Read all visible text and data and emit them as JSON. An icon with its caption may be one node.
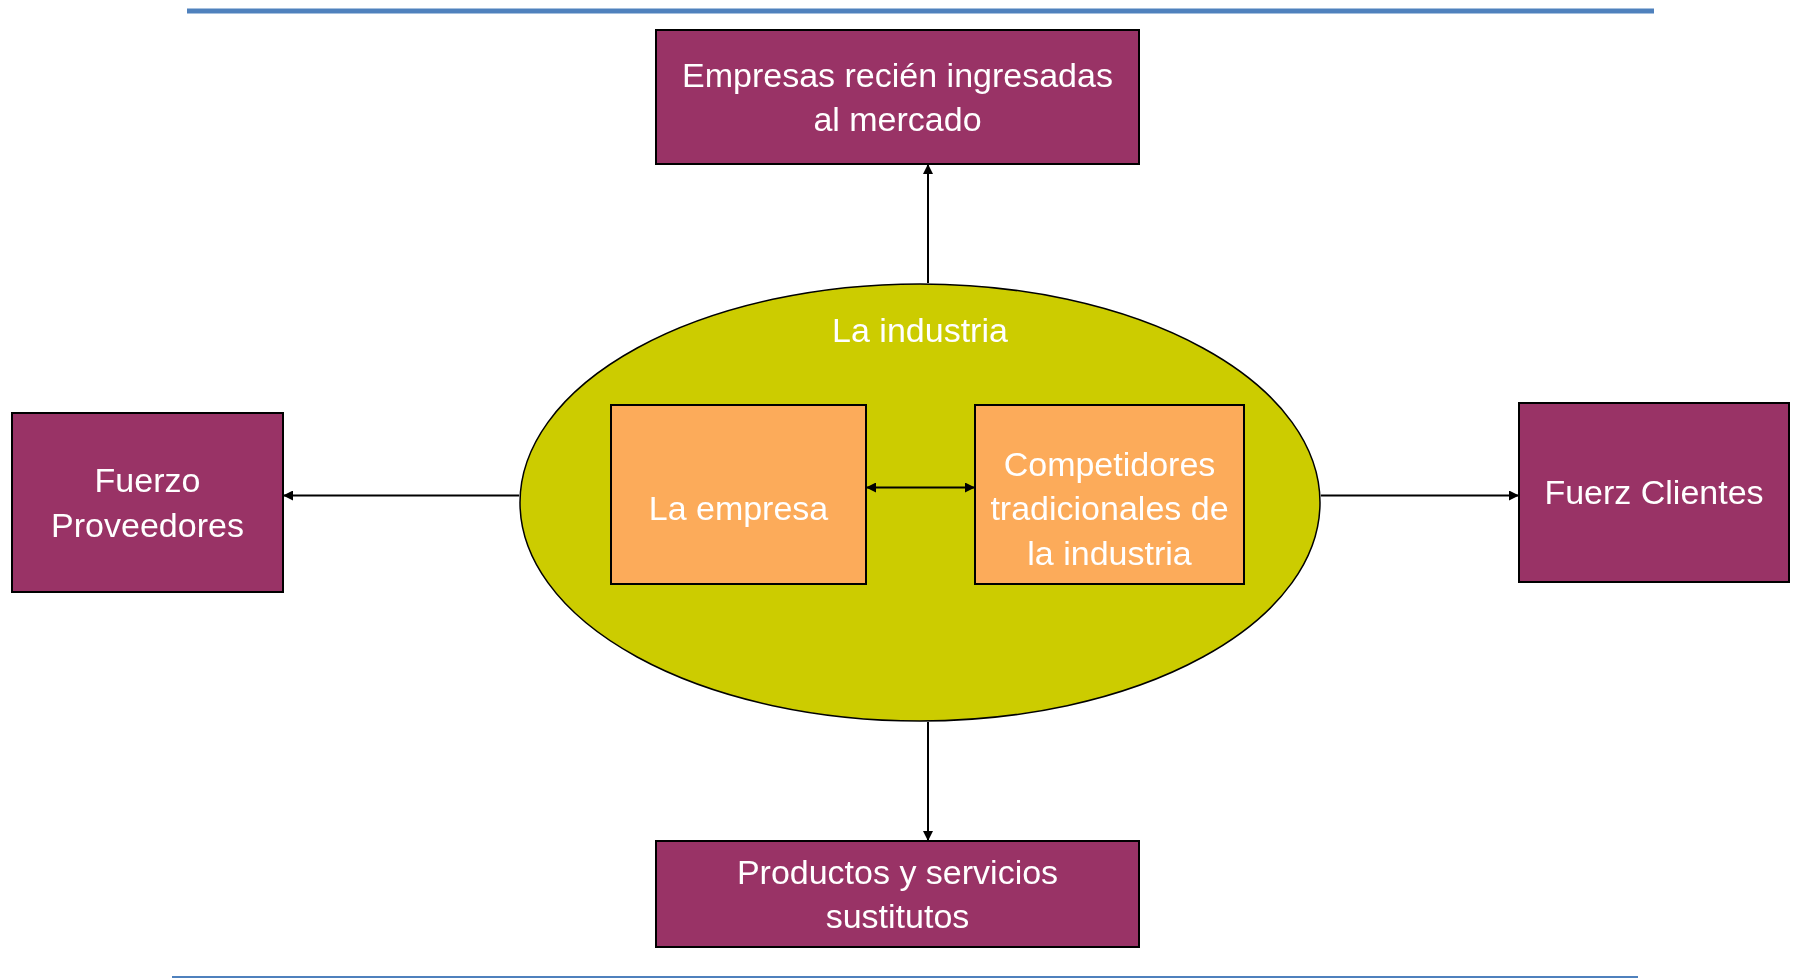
{
  "diagram": {
    "nodes": [
      {
        "text": [
          "Empresas recién ingresadas al mercado"
        ]
      },
      {
        "text": [
          "Fuerzo Proveedores"
        ]
      },
      {
        "text": [
          "La industria"
        ]
      },
      {
        "text": [
          "La empresa"
        ],
        "in": 2
      },
      {
        "text": [
          "Competidores tradicionales de la industria"
        ],
        "in": 2
      },
      {
        "text": [
          "Fuerz Clientes"
        ]
      },
      {
        "text": [
          "Productos y servicios sustitutos"
        ]
      }
    ],
    "edges": [
      {
        "from": 2,
        "to": 0,
        "arrow": "to"
      },
      {
        "from": 2,
        "to": 1,
        "arrow": "to"
      },
      {
        "from": 3,
        "to": 4,
        "arrow": "both"
      },
      {
        "from": 2,
        "to": 5,
        "arrow": "to"
      },
      {
        "from": 2,
        "to": 6,
        "arrow": "to"
      }
    ]
  }
}
